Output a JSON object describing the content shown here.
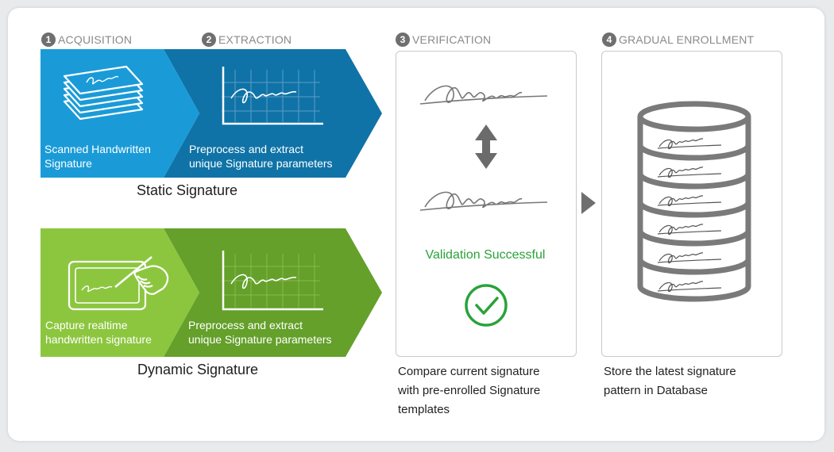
{
  "steps": [
    {
      "num": "1",
      "label": "ACQUISITION"
    },
    {
      "num": "2",
      "label": "EXTRACTION"
    },
    {
      "num": "3",
      "label": "VERIFICATION"
    },
    {
      "num": "4",
      "label": "GRADUAL ENROLLMENT"
    }
  ],
  "static_band": {
    "acquisition_line1": "Scanned Handwritten",
    "acquisition_line2": "Signature",
    "extraction_line1": "Preprocess and extract",
    "extraction_line2": "unique Signature parameters",
    "caption": "Static Signature",
    "color_light": "#1a9bd7",
    "color_dark": "#0f73a7"
  },
  "dynamic_band": {
    "acquisition_line1": "Capture realtime",
    "acquisition_line2": "handwritten signature",
    "extraction_line1": "Preprocess and extract",
    "extraction_line2": "unique Signature parameters",
    "caption": "Dynamic Signature",
    "color_light": "#8cc63f",
    "color_dark": "#64a02a"
  },
  "verification": {
    "status": "Validation Successful",
    "desc_line1": "Compare current signature",
    "desc_line2": "with pre-enrolled Signature",
    "desc_line3": "templates",
    "status_color": "#2aa23a"
  },
  "enrollment": {
    "desc_line1": "Store the latest signature",
    "desc_line2": "pattern in Database"
  }
}
